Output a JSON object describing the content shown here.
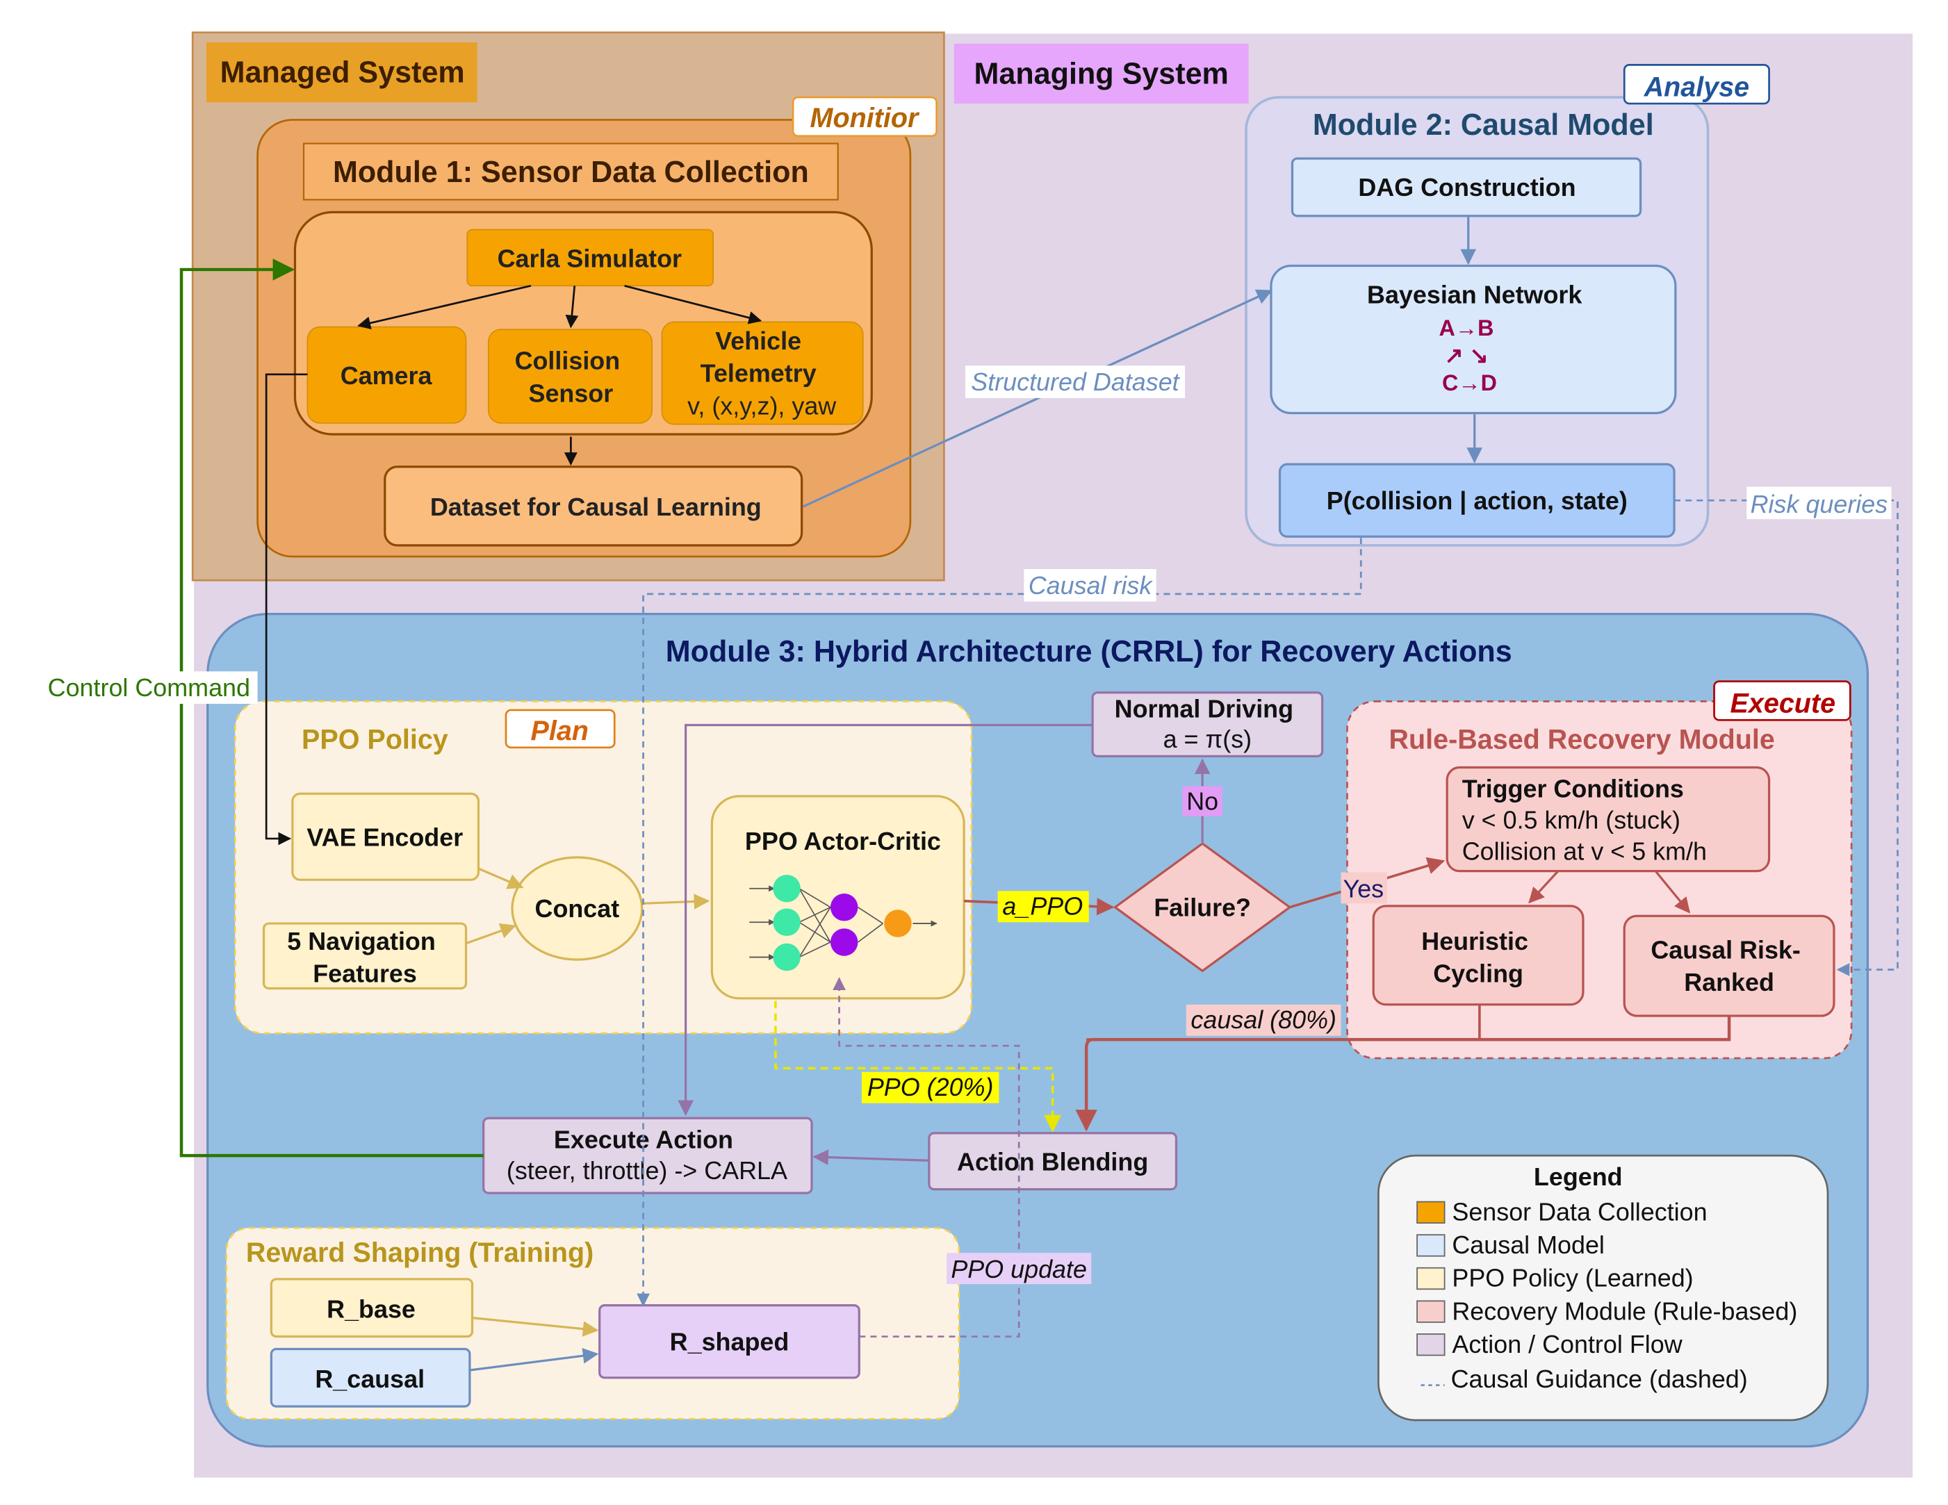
{
  "containers": {
    "managed_system": "Managed System",
    "managing_system": "Managing System",
    "module1": "Module 1: Sensor Data Collection",
    "module2": "Module 2: Causal Model",
    "module3": "Module 3: Hybrid Architecture (CRRL) for Recovery Actions",
    "ppo_policy": "PPO Policy",
    "rule_based": "Rule-Based Recovery Module",
    "reward_shaping": "Reward Shaping (Training)"
  },
  "tags": {
    "monitor": "Monitior",
    "analyse": "Analyse",
    "plan": "Plan",
    "execute": "Execute"
  },
  "nodes": {
    "carla": "Carla Simulator",
    "camera": "Camera",
    "collision": [
      "Collision",
      "Sensor"
    ],
    "telemetry": [
      "Vehicle",
      "Telemetry",
      "v, (x,y,z), yaw"
    ],
    "dataset": "Dataset for Causal Learning",
    "dag": "DAG Construction",
    "bayes": "Bayesian Network",
    "bayes_graph": [
      "A→B",
      "↗ ↘",
      "C→D"
    ],
    "pcollision": "P(collision | action, state)",
    "vae": "VAE Encoder",
    "nav": [
      "5 Navigation",
      "Features"
    ],
    "concat": "Concat",
    "actor_critic": "PPO Actor-Critic",
    "normal": [
      "Normal Driving",
      "a = π(s)"
    ],
    "failure": "Failure?",
    "trigger": [
      "Trigger Conditions",
      "v < 0.5 km/h (stuck)",
      "Collision at v < 5 km/h"
    ],
    "heuristic": [
      "Heuristic",
      "Cycling"
    ],
    "causal_risk": [
      "Causal Risk-",
      "Ranked"
    ],
    "execute": [
      "Execute Action",
      "(steer, throttle) -> CARLA"
    ],
    "blending": "Action Blending",
    "r_base": "R_base",
    "r_causal": "R_causal",
    "r_shaped": "R_shaped"
  },
  "edge_labels": {
    "structured": "Structured Dataset",
    "risk_queries": "Risk queries",
    "causal_risk": "Causal risk",
    "control": "Control Command",
    "a_ppo": "a_PPO",
    "no": "No",
    "yes": "Yes",
    "causal80": "causal (80%)",
    "ppo20": "PPO (20%)",
    "ppo_update": "PPO update"
  },
  "legend": {
    "title": "Legend",
    "items": [
      {
        "label": "Sensor Data Collection",
        "color": "#f5a300"
      },
      {
        "label": "Causal Model",
        "color": "#dae8fc"
      },
      {
        "label": "PPO Policy (Learned)",
        "color": "#fff2cc"
      },
      {
        "label": "Recovery Module (Rule-based)",
        "color": "#f8cecc"
      },
      {
        "label": "Action / Control Flow",
        "color": "#e1d5e7"
      }
    ],
    "dashed": "Causal Guidance (dashed)"
  }
}
